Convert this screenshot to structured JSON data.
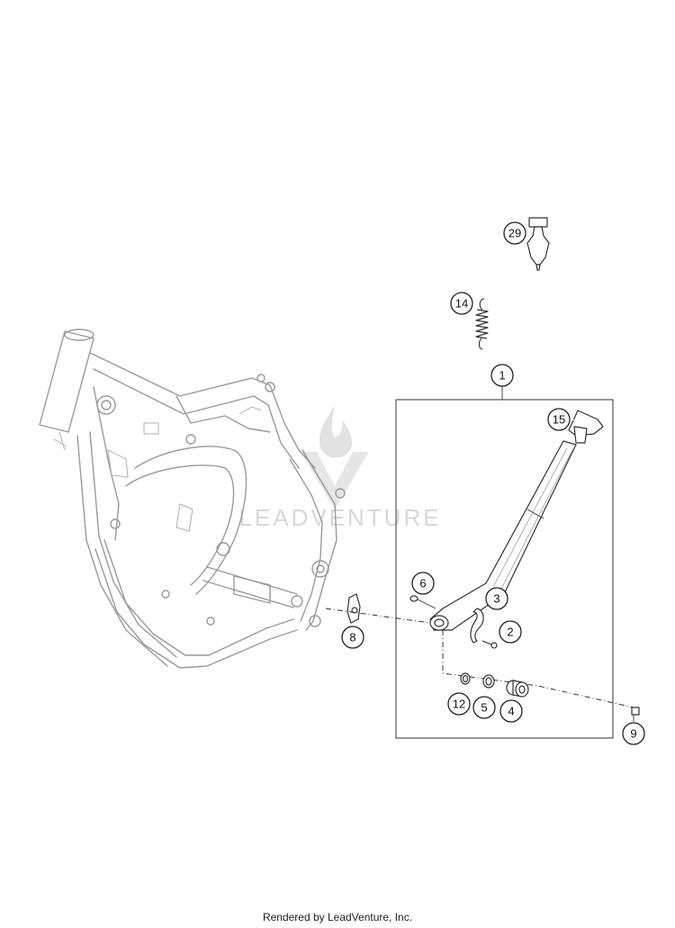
{
  "watermark": {
    "text": "LEADVENTURE"
  },
  "callouts": [
    {
      "id": "29",
      "label": "29"
    },
    {
      "id": "14",
      "label": "14"
    },
    {
      "id": "1",
      "label": "1"
    },
    {
      "id": "15",
      "label": "15"
    },
    {
      "id": "6",
      "label": "6"
    },
    {
      "id": "3",
      "label": "3"
    },
    {
      "id": "2",
      "label": "2"
    },
    {
      "id": "8",
      "label": "8"
    },
    {
      "id": "12",
      "label": "12"
    },
    {
      "id": "5",
      "label": "5"
    },
    {
      "id": "4",
      "label": "4"
    },
    {
      "id": "9",
      "label": "9"
    }
  ],
  "footer": {
    "text": "Rendered by LeadVenture, Inc."
  }
}
